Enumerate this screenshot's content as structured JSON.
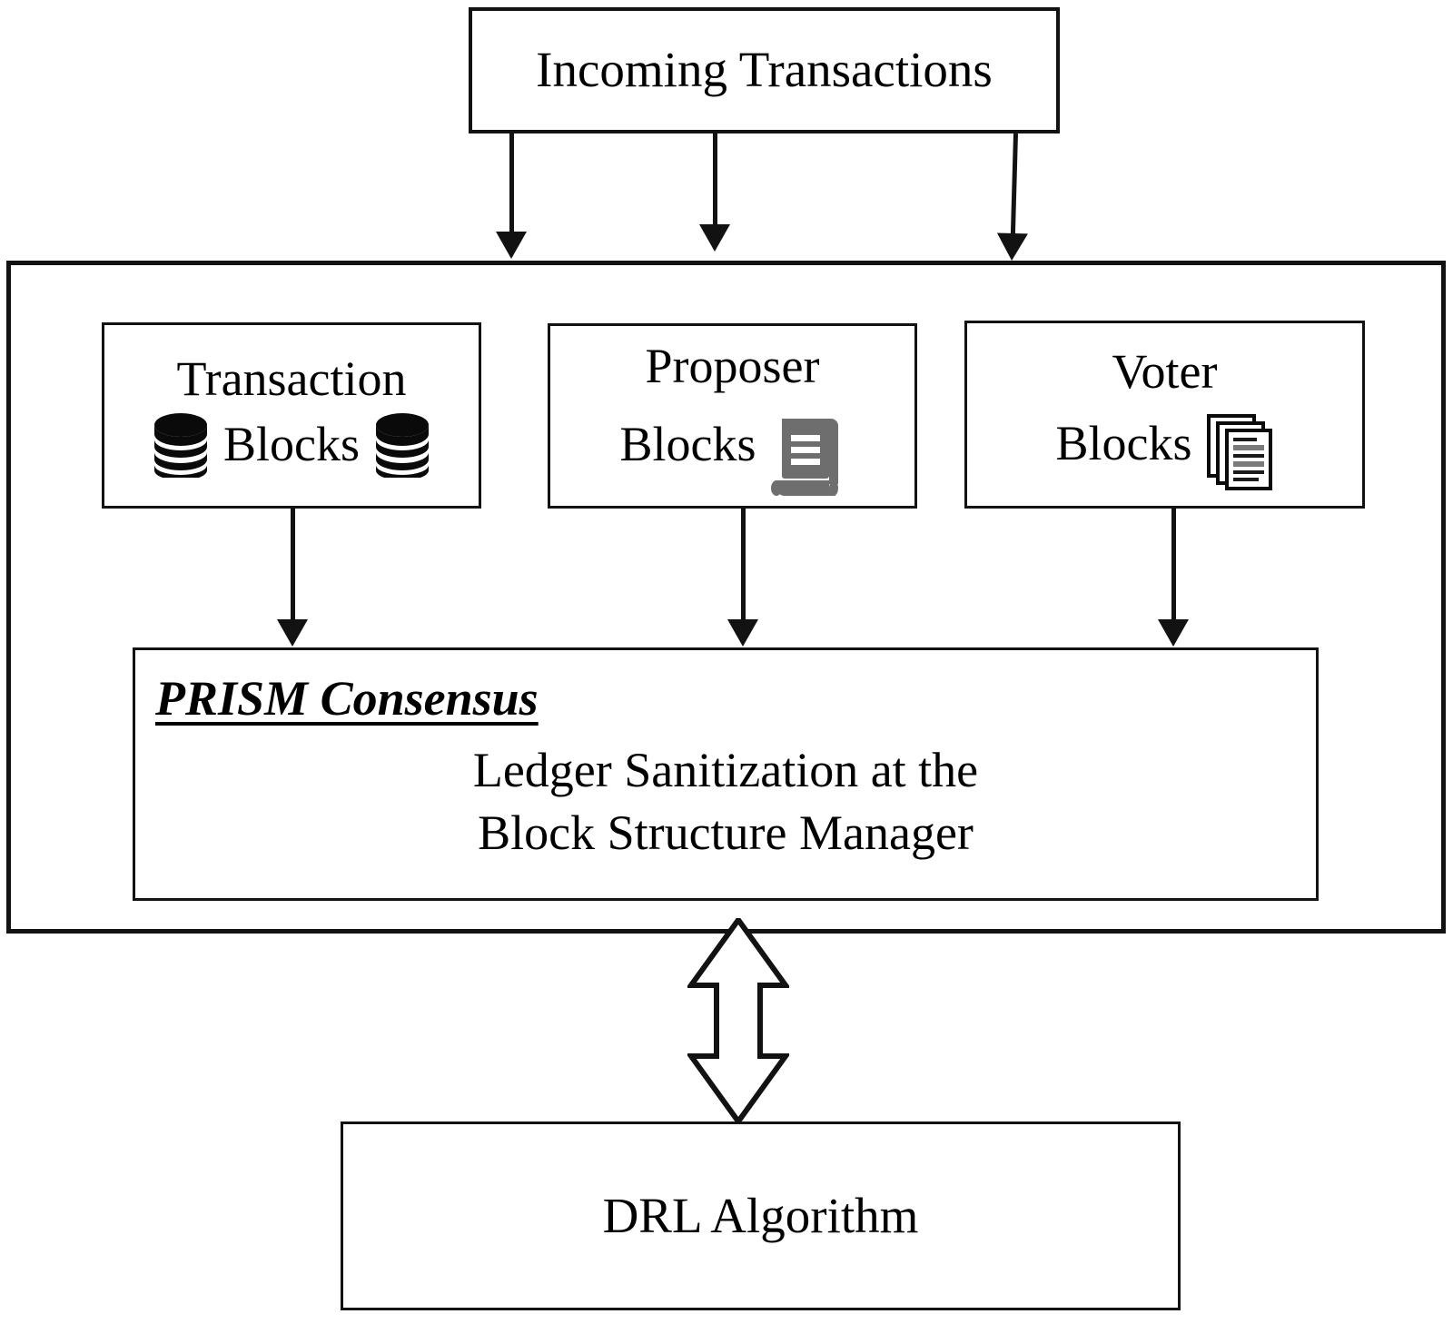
{
  "diagram": {
    "title_box": {
      "label": "Incoming Transactions"
    },
    "consensus_container": {
      "blocks": [
        {
          "id": "transaction-blocks",
          "line1": "Transaction",
          "line2": "Blocks",
          "icon_left": "database-stack-icon",
          "icon_right": "database-stack-icon"
        },
        {
          "id": "proposer-blocks",
          "line1": "Proposer",
          "line2": "Blocks",
          "icon_right": "scroll-icon"
        },
        {
          "id": "voter-blocks",
          "line1": "Voter",
          "line2": "Blocks",
          "icon_right": "stacked-papers-icon"
        }
      ],
      "prism": {
        "heading": "PRISM Consensus",
        "body_line1": "Ledger Sanitization at the",
        "body_line2": "Block Structure Manager"
      }
    },
    "bottom_box": {
      "label": "DRL Algorithm"
    },
    "connectors": {
      "incoming_to_transaction": "down-arrow",
      "incoming_to_proposer": "down-arrow",
      "incoming_to_voter": "down-arrow-tilted",
      "transaction_to_prism": "down-arrow",
      "proposer_to_prism": "down-arrow",
      "voter_to_prism": "down-arrow",
      "consensus_to_drl": "double-headed-vertical-arrow"
    },
    "colors": {
      "stroke": "#121212",
      "background": "#ffffff",
      "scroll_gray": "#6e6e6e",
      "paper_line_gray": "#7a7a7a"
    }
  }
}
